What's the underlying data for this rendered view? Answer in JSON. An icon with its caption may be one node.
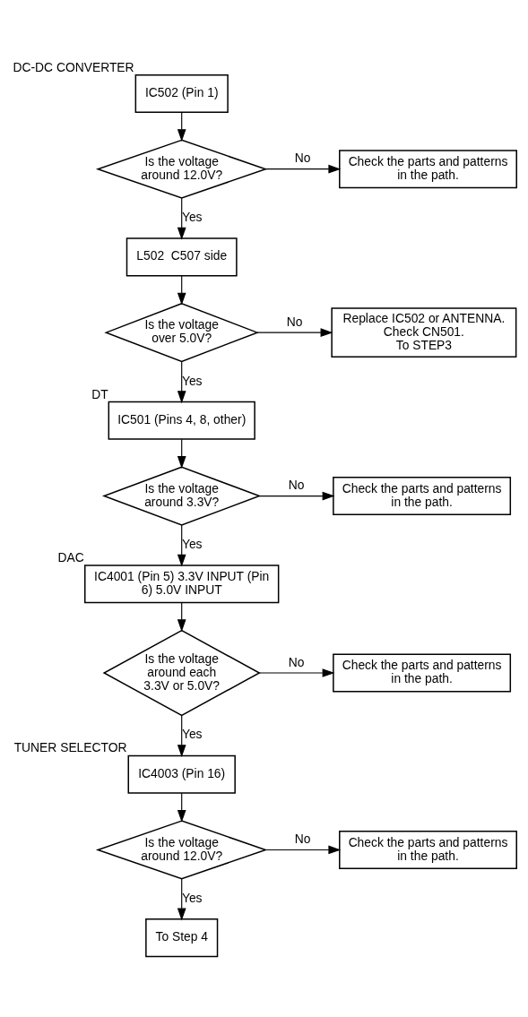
{
  "diagram": {
    "nodes": [
      {
        "text": [
          "IC502 (Pin 1)"
        ],
        "beside": [
          "DC-DC CONVERTER"
        ]
      },
      {
        "text": [
          "Is the voltage around 12.0V?"
        ]
      },
      {
        "text": [
          "Check the parts and patterns in the path."
        ]
      },
      {
        "text": [
          "L502  C507 side"
        ]
      },
      {
        "text": [
          "Is the voltage over 5.0V?"
        ]
      },
      {
        "text": [
          "Replace IC502 or ANTENNA.",
          "Check CN501.",
          "To STEP3"
        ]
      },
      {
        "text": [
          "IC501 (Pins 4, 8, other)"
        ],
        "beside": [
          "DT"
        ]
      },
      {
        "text": [
          "Is the voltage around 3.3V?"
        ]
      },
      {
        "text": [
          "Check the parts and patterns in the path."
        ]
      },
      {
        "text": [
          "IC4001 (Pin 5) 3.3V INPUT (Pin 6) 5.0V INPUT"
        ],
        "beside": [
          "DAC"
        ]
      },
      {
        "text": [
          "Is the voltage around each 3.3V or 5.0V?"
        ]
      },
      {
        "text": [
          "Check the parts and patterns in the path."
        ]
      },
      {
        "text": [
          "IC4003 (Pin 16)"
        ],
        "beside": [
          "TUNER SELECTOR"
        ]
      },
      {
        "text": [
          "Is the voltage around 12.0V?"
        ]
      },
      {
        "text": [
          "Check the parts and patterns in the path."
        ]
      },
      {
        "text": [
          "To Step 4"
        ]
      }
    ],
    "edges": [
      {
        "from": 0,
        "to": 1,
        "arrow": "to"
      },
      {
        "from": 1,
        "to": 2,
        "arrow": "to",
        "label": "No"
      },
      {
        "from": 1,
        "to": 3,
        "arrow": "to",
        "label": "Yes"
      },
      {
        "from": 3,
        "to": 4,
        "arrow": "to"
      },
      {
        "from": 4,
        "to": 5,
        "arrow": "to",
        "label": "No"
      },
      {
        "from": 4,
        "to": 6,
        "arrow": "to",
        "label": "Yes"
      },
      {
        "from": 6,
        "to": 7,
        "arrow": "to"
      },
      {
        "from": 7,
        "to": 8,
        "arrow": "to",
        "label": "No"
      },
      {
        "from": 7,
        "to": 9,
        "arrow": "to",
        "label": "Yes"
      },
      {
        "from": 9,
        "to": 10,
        "arrow": "to"
      },
      {
        "from": 10,
        "to": 11,
        "arrow": "to",
        "label": "No"
      },
      {
        "from": 10,
        "to": 12,
        "arrow": "to",
        "label": "Yes"
      },
      {
        "from": 12,
        "to": 13,
        "arrow": "to"
      },
      {
        "from": 13,
        "to": 14,
        "arrow": "to",
        "label": "No"
      },
      {
        "from": 13,
        "to": 15,
        "arrow": "to",
        "label": "Yes"
      }
    ]
  }
}
